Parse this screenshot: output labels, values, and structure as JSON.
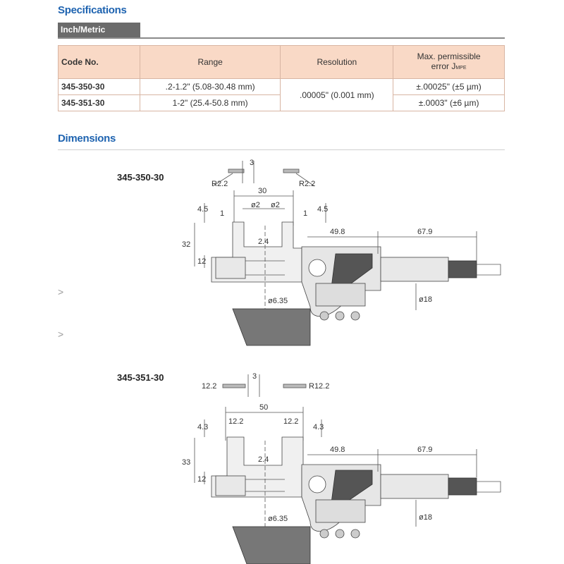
{
  "specifications": {
    "title": "Specifications",
    "tab": "Inch/Metric",
    "headers": {
      "code": "Code No.",
      "range": "Range",
      "resolution": "Resolution",
      "error_line1": "Max. permissible",
      "error_line2": "error J",
      "error_sub": "MPE"
    },
    "rows": [
      {
        "code": "345-350-30",
        "range": ".2-1.2\" (5.08-30.48 mm)",
        "resolution": ".00005\" (0.001 mm)",
        "error": "±.00025\" (±5 µm)"
      },
      {
        "code": "345-351-30",
        "range": "1-2\" (25.4-50.8 mm)",
        "error": "±.0003\" (±6 µm)"
      }
    ]
  },
  "dimensions": {
    "title": "Dimensions",
    "models": [
      {
        "code": "345-350-30",
        "labels": {
          "r_left": "R2.2",
          "r_right": "R2.2",
          "tip": "3",
          "span": "30",
          "dia_left": "ø2",
          "dia_right": "ø2",
          "h1_left": "4.5",
          "h1_right": "4.5",
          "gap_left": "1",
          "gap_right": "1",
          "total_h": "32",
          "base_h": "12",
          "inner": "2.4",
          "spindle": "ø6.35",
          "len1": "49.8",
          "len2": "67.9",
          "thimble": "ø18"
        }
      },
      {
        "code": "345-351-30",
        "labels": {
          "r_left": "12.2",
          "r_right": "R12.2",
          "tip": "3",
          "span": "50",
          "dia_left": "12.2",
          "dia_right": "12.2",
          "h1_left": "4.3",
          "h1_right": "4.3",
          "total_h": "33",
          "base_h": "12",
          "inner": "2.4",
          "spindle": "ø6.35",
          "len1": "49.8",
          "len2": "67.9",
          "thimble": "ø18"
        }
      }
    ]
  },
  "side_marks": [
    ">",
    ">"
  ]
}
